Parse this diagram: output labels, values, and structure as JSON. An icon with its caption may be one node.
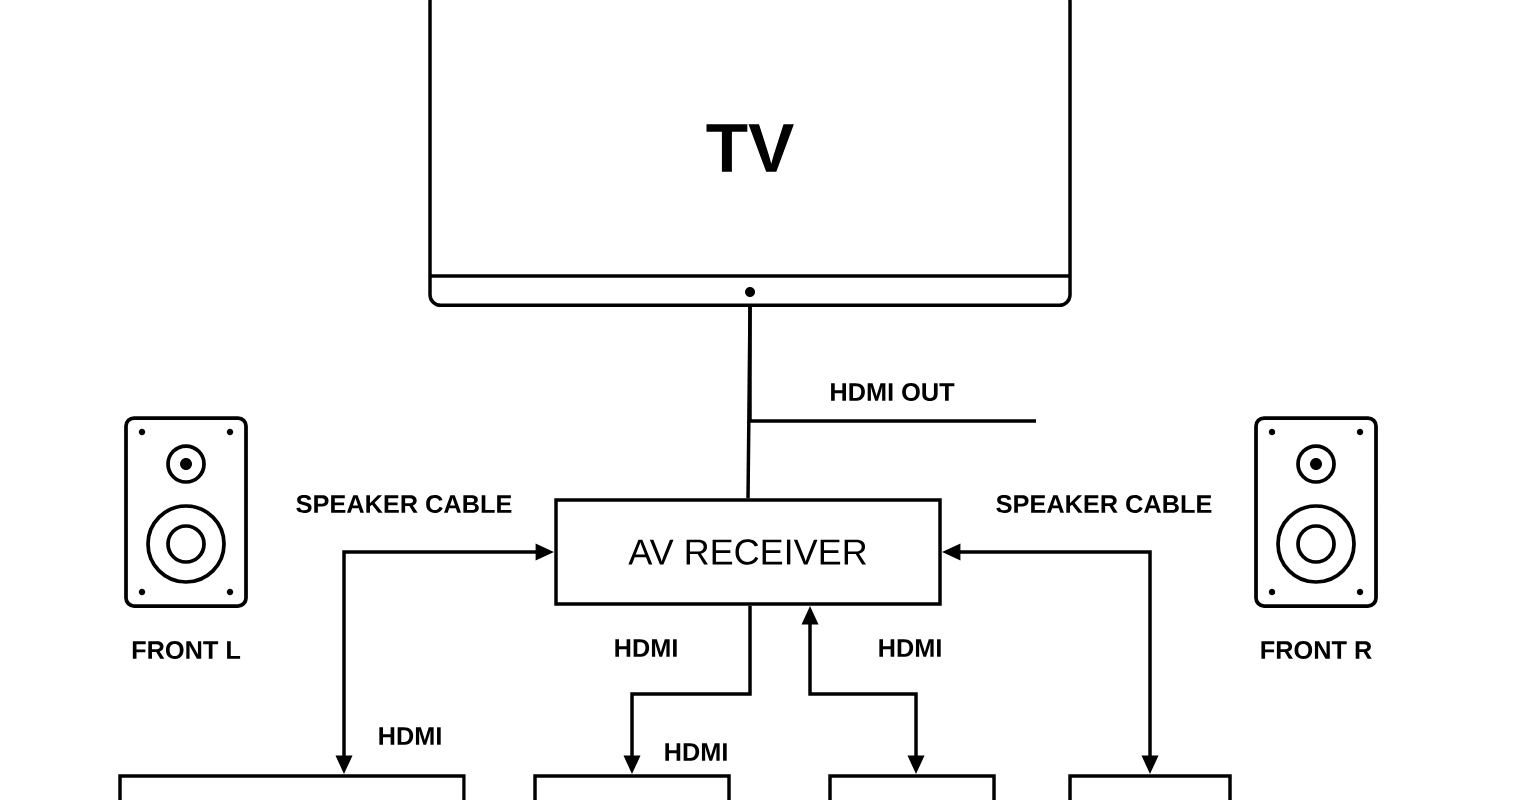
{
  "diagram": {
    "nodes": [
      {
        "text": [
          "TV"
        ]
      },
      {
        "text": [
          "AV RECEIVER"
        ]
      },
      {
        "text": [],
        "shape": "box"
      },
      {
        "text": [],
        "shape": "box"
      },
      {
        "text": [],
        "shape": "box"
      },
      {
        "text": [],
        "shape": "box"
      }
    ],
    "edges": [
      {
        "from": 0,
        "to": 1,
        "arrow": "none"
      },
      {
        "from": 0,
        "to": null,
        "arrow": "none",
        "label": "HDMI OUT"
      },
      {
        "from": 2,
        "to": 1,
        "arrow": "both",
        "label": "SPEAKER CABLE"
      },
      {
        "from": 1,
        "to": 3,
        "arrow": "to",
        "label": "HDMI"
      },
      {
        "from": 1,
        "to": 4,
        "arrow": "both",
        "label": "HDMI"
      },
      {
        "from": 1,
        "to": 5,
        "arrow": "both",
        "label": "SPEAKER CABLE"
      }
    ],
    "labels": [
      "FRONT L",
      "FRONT R",
      "HDMI",
      "HDMI"
    ]
  }
}
